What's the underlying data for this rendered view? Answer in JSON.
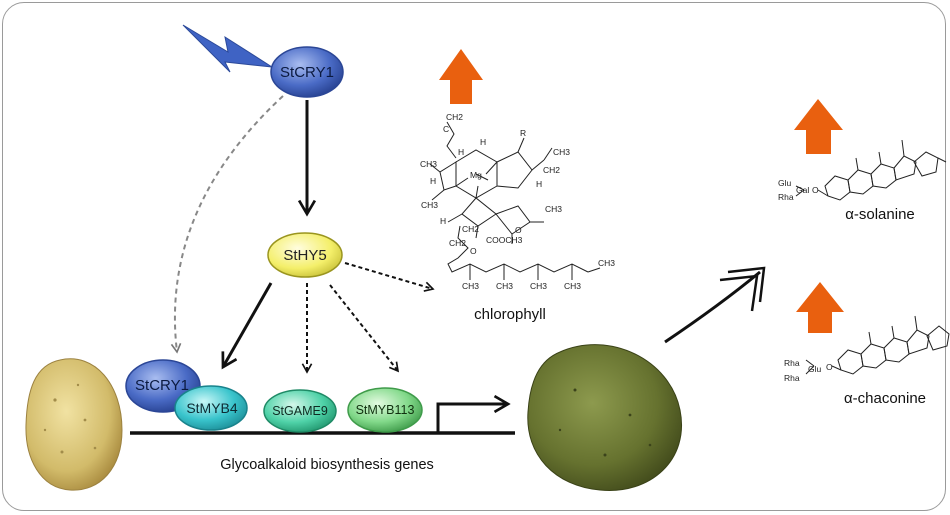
{
  "nodes": {
    "stcry1_top": "StCRY1",
    "sthy5": "StHY5",
    "stcry1_bottom": "StCRY1",
    "stmyb4": "StMYB4",
    "stgame9": "StGAME9",
    "stmyb113": "StMYB113"
  },
  "labels": {
    "chlorophyll": "chlorophyll",
    "genes": "Glycoalkaloid biosynthesis genes",
    "solanine": "α-solanine",
    "chaconine": "α-chaconine"
  },
  "chlorophyll_structure": {
    "vinyl_c": "C",
    "ch2_top": "CH2",
    "h_1": "H",
    "h_2": "H",
    "r": "R",
    "ch3_right": "CH3",
    "ch2_right": "CH2",
    "ch3_left_top": "CH3",
    "mg": "Mg",
    "h_right": "H",
    "h_left": "H",
    "ch3_right_lower": "CH3",
    "ch3_left_lower": "CH3",
    "h_lower": "H",
    "ch2_lower": "CH2",
    "ch2_lower2": "CH2",
    "o_ring": "O",
    "cooch3": "COOCH3",
    "o_ester": "O",
    "ch3_tail_end": "CH3",
    "ch3_1": "CH3",
    "ch3_2": "CH3",
    "ch3_3": "CH3",
    "ch3_4": "CH3"
  },
  "solanine_sugars": {
    "glu": "Glu",
    "gal": "Gal",
    "rha": "Rha",
    "o": "O"
  },
  "chaconine_sugars": {
    "rha1": "Rha",
    "rha2": "Rha",
    "glu": "Glu",
    "o": "O"
  },
  "colors": {
    "cry1_blue": "#4f6fc8",
    "hy5_yellow": "#f4f17a",
    "teal": "#3ec9c9",
    "green_node": "#7fd88a",
    "orange_arrow": "#e9600f",
    "lightning": "#3f63c4"
  }
}
